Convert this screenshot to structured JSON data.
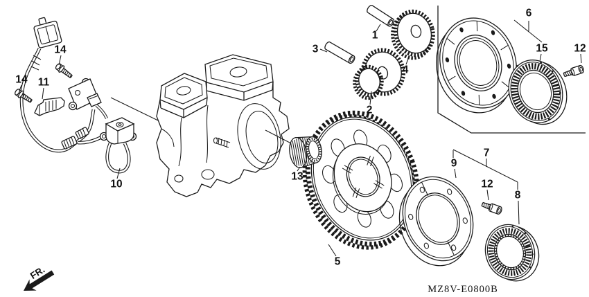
{
  "drawing": {
    "code": "MZ8V-E0800B",
    "direction_label": "FR."
  },
  "callouts": {
    "c1": "1",
    "c2": "2",
    "c3": "3",
    "c4": "4",
    "c5": "5",
    "c6": "6",
    "c7": "7",
    "c8": "8",
    "c9": "9",
    "c10": "10",
    "c11": "11",
    "c12": "12",
    "c13": "13",
    "c14": "14",
    "c15": "15"
  },
  "colors": {
    "line": "#1a1a1a",
    "background": "#ffffff",
    "label": "#111111"
  }
}
